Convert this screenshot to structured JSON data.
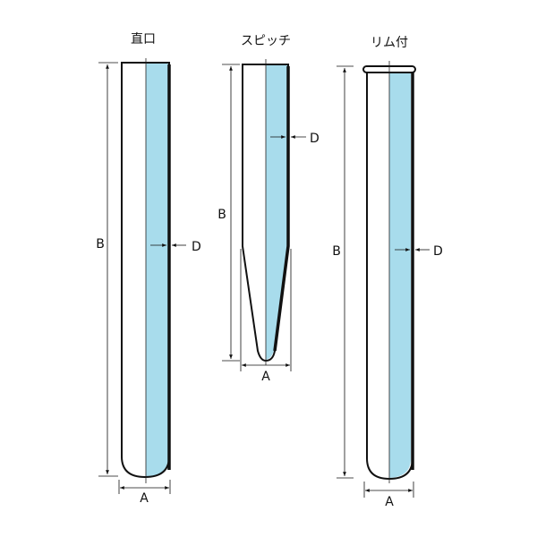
{
  "tubes": [
    {
      "title": "直口",
      "dims": {
        "A": "A",
        "B": "B",
        "D": "D"
      }
    },
    {
      "title": "スピッチ",
      "dims": {
        "A": "A",
        "B": "B",
        "D": "D"
      }
    },
    {
      "title": "リム付",
      "dims": {
        "A": "A",
        "B": "B",
        "D": "D"
      }
    }
  ],
  "colors": {
    "liquid": "#a8dcec",
    "outline": "#111111"
  }
}
